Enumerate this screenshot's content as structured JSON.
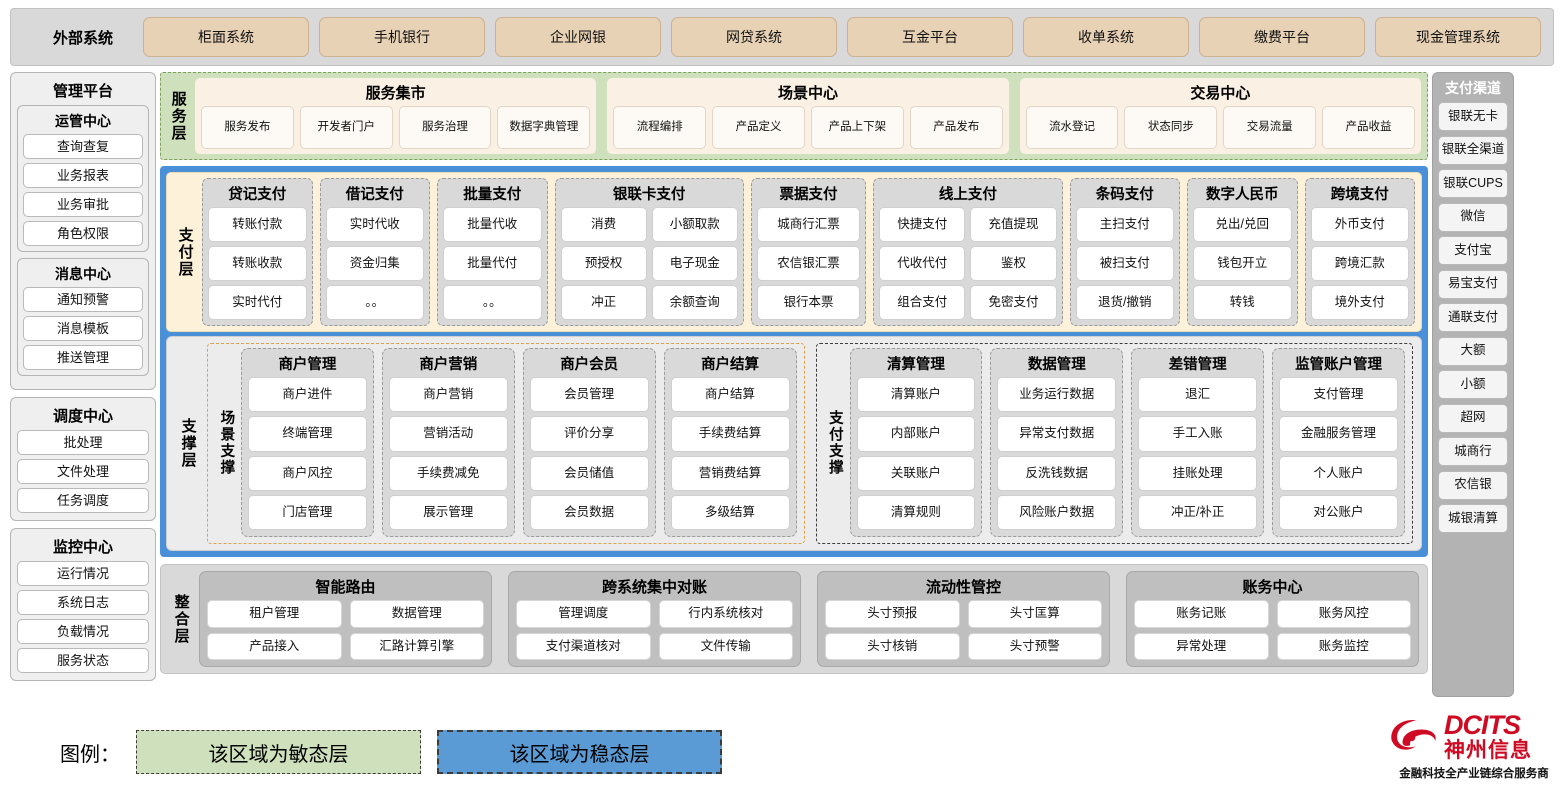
{
  "external": {
    "title": "外部系统",
    "items": [
      "柜面系统",
      "手机银行",
      "企业网银",
      "网贷系统",
      "互金平台",
      "收单系统",
      "缴费平台",
      "现金管理系统"
    ]
  },
  "management": {
    "title": "管理平台",
    "groups": [
      {
        "title": "运管中心",
        "items": [
          "查询查复",
          "业务报表",
          "业务审批",
          "角色权限"
        ]
      },
      {
        "title": "消息中心",
        "items": [
          "通知预警",
          "消息模板",
          "推送管理"
        ]
      }
    ],
    "standalone": [
      {
        "title": "调度中心",
        "items": [
          "批处理",
          "文件处理",
          "任务调度"
        ]
      },
      {
        "title": "监控中心",
        "items": [
          "运行情况",
          "系统日志",
          "负载情况",
          "服务状态"
        ]
      }
    ]
  },
  "channels": {
    "title": "支付渠道",
    "items": [
      "银联无卡",
      "银联全渠道",
      "银联CUPS",
      "微信",
      "支付宝",
      "易宝支付",
      "通联支付",
      "大额",
      "小额",
      "超网",
      "城商行",
      "农信银",
      "城银清算"
    ]
  },
  "service_layer": {
    "label": "服务层",
    "groups": [
      {
        "title": "服务集市",
        "items": [
          "服务发布",
          "开发者门户",
          "服务治理",
          "数据字典管理"
        ]
      },
      {
        "title": "场景中心",
        "items": [
          "流程编排",
          "产品定义",
          "产品上下架",
          "产品发布"
        ]
      },
      {
        "title": "交易中心",
        "items": [
          "流水登记",
          "状态同步",
          "交易流量",
          "产品收益"
        ]
      }
    ]
  },
  "payment_layer": {
    "label": "支付层",
    "columns": [
      {
        "title": "贷记支付",
        "cols": 1,
        "flex": 1.0,
        "rows": [
          [
            "转账付款"
          ],
          [
            "转账收款"
          ],
          [
            "实时代付"
          ]
        ]
      },
      {
        "title": "借记支付",
        "cols": 1,
        "flex": 1.0,
        "rows": [
          [
            "实时代收"
          ],
          [
            "资金归集"
          ],
          [
            "。。"
          ]
        ]
      },
      {
        "title": "批量支付",
        "cols": 1,
        "flex": 1.0,
        "rows": [
          [
            "批量代收"
          ],
          [
            "批量代付"
          ],
          [
            "。。"
          ]
        ]
      },
      {
        "title": "银联卡支付",
        "cols": 2,
        "flex": 1.8,
        "rows": [
          [
            "消费",
            "小额取款"
          ],
          [
            "预授权",
            "电子现金"
          ],
          [
            "冲正",
            "余额查询"
          ]
        ]
      },
      {
        "title": "票据支付",
        "cols": 1,
        "flex": 1.05,
        "rows": [
          [
            "城商行汇票"
          ],
          [
            "农信银汇票"
          ],
          [
            "银行本票"
          ]
        ]
      },
      {
        "title": "线上支付",
        "cols": 2,
        "flex": 1.8,
        "rows": [
          [
            "快捷支付",
            "充值提现"
          ],
          [
            "代收代付",
            "鉴权"
          ],
          [
            "组合支付",
            "免密支付"
          ]
        ]
      },
      {
        "title": "条码支付",
        "cols": 1,
        "flex": 1.0,
        "rows": [
          [
            "主扫支付"
          ],
          [
            "被扫支付"
          ],
          [
            "退货/撤销"
          ]
        ]
      },
      {
        "title": "数字人民币",
        "cols": 1,
        "flex": 1.0,
        "rows": [
          [
            "兑出/兑回"
          ],
          [
            "钱包开立"
          ],
          [
            "转钱"
          ]
        ]
      },
      {
        "title": "跨境支付",
        "cols": 1,
        "flex": 1.0,
        "rows": [
          [
            "外币支付"
          ],
          [
            "跨境汇款"
          ],
          [
            "境外支付"
          ]
        ]
      }
    ]
  },
  "support_layer": {
    "label": "支撑层",
    "groups": [
      {
        "label": "场景支撑",
        "style": "scene",
        "columns": [
          {
            "title": "商户管理",
            "items": [
              "商户进件",
              "终端管理",
              "商户风控",
              "门店管理"
            ]
          },
          {
            "title": "商户营销",
            "items": [
              "商户营销",
              "营销活动",
              "手续费减免",
              "展示管理"
            ]
          },
          {
            "title": "商户会员",
            "items": [
              "会员管理",
              "评价分享",
              "会员储值",
              "会员数据"
            ]
          },
          {
            "title": "商户结算",
            "items": [
              "商户结算",
              "手续费结算",
              "营销费结算",
              "多级结算"
            ]
          }
        ]
      },
      {
        "label": "支付支撑",
        "style": "payhold",
        "columns": [
          {
            "title": "清算管理",
            "items": [
              "清算账户",
              "内部账户",
              "关联账户",
              "清算规则"
            ]
          },
          {
            "title": "数据管理",
            "items": [
              "业务运行数据",
              "异常支付数据",
              "反洗钱数据",
              "风险账户数据"
            ]
          },
          {
            "title": "差错管理",
            "items": [
              "退汇",
              "手工入账",
              "挂账处理",
              "冲正/补正"
            ]
          },
          {
            "title": "监管账户管理",
            "items": [
              "支付管理",
              "金融服务管理",
              "个人账户",
              "对公账户"
            ]
          }
        ]
      }
    ]
  },
  "integration_layer": {
    "label": "整合层",
    "groups": [
      {
        "title": "智能路由",
        "rows": [
          [
            "租户管理",
            "数据管理"
          ],
          [
            "产品接入",
            "汇路计算引擎"
          ]
        ]
      },
      {
        "title": "跨系统集中对账",
        "rows": [
          [
            "管理调度",
            "行内系统核对"
          ],
          [
            "支付渠道核对",
            "文件传输"
          ]
        ]
      },
      {
        "title": "流动性管控",
        "rows": [
          [
            "头寸预报",
            "头寸匡算"
          ],
          [
            "头寸核销",
            "头寸预警"
          ]
        ]
      },
      {
        "title": "账务中心",
        "rows": [
          [
            "账务记账",
            "账务风控"
          ],
          [
            "异常处理",
            "账务监控"
          ]
        ]
      }
    ]
  },
  "legend": {
    "label": "图例：",
    "agile": "该区域为敏态层",
    "stable": "该区域为稳态层"
  },
  "logo": {
    "brand": "DCITS",
    "name": "神州信息",
    "tagline": "金融科技全产业链综合服务商"
  },
  "colors": {
    "agile_green": "#cfe0bc",
    "stable_blue": "#5b9bd5",
    "external_tan": "#e8d2b5",
    "payment_cream": "#fdf2d9",
    "brand_red": "#cf0a23"
  }
}
